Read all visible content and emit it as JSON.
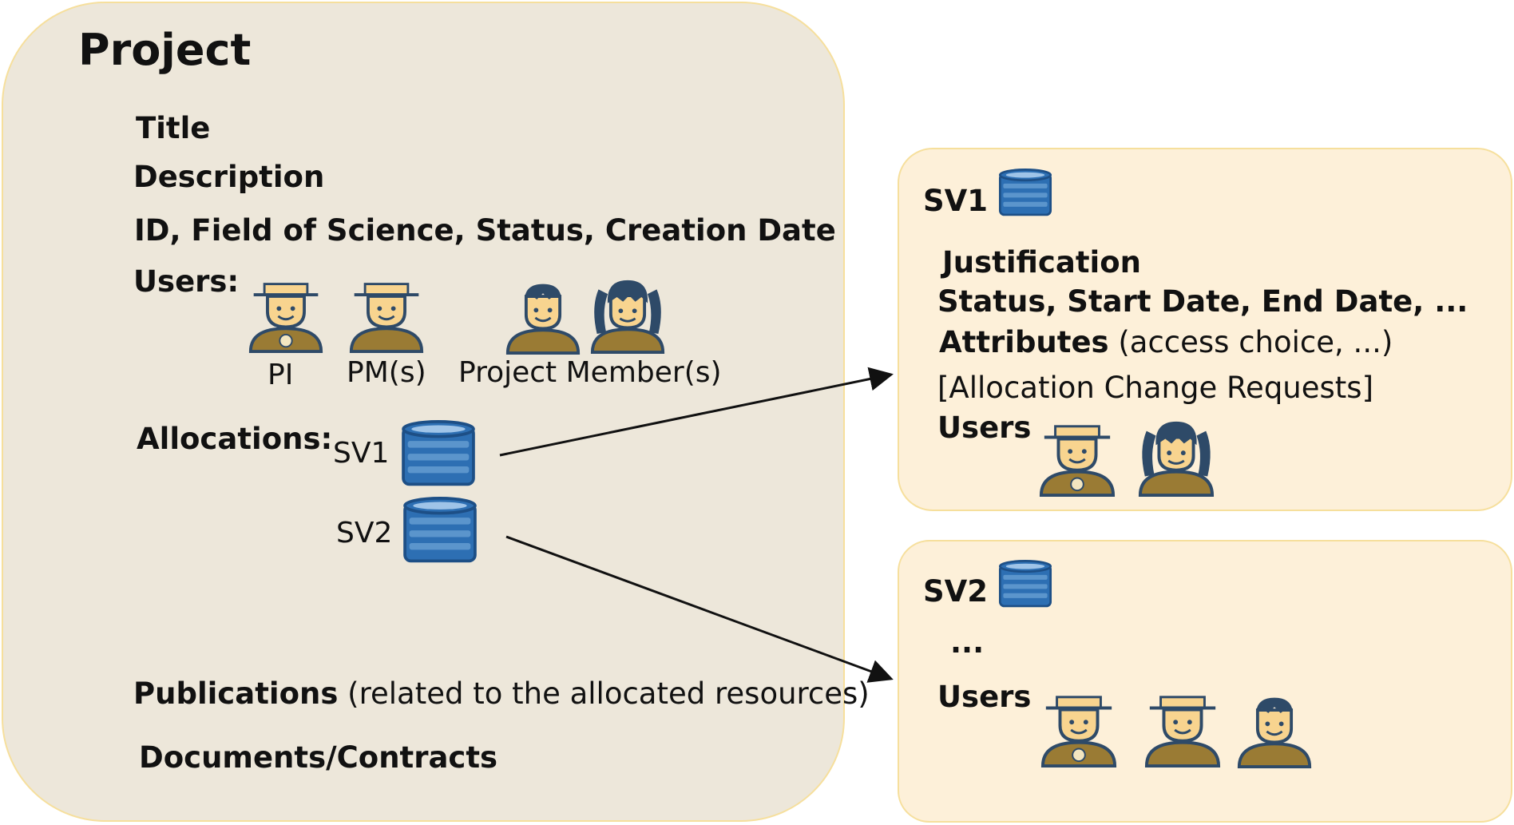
{
  "project": {
    "heading": "Project",
    "title_label": "Title",
    "description_label": "Description",
    "meta_label": "ID, Field of Science, Status, Creation Date",
    "users_label": "Users:",
    "roles": {
      "pi": "PI",
      "pm": "PM(s)",
      "member": "Project Member(s)"
    },
    "allocations_label": "Allocations:",
    "allocations": [
      "SV1",
      "SV2"
    ],
    "publications_label": "Publications",
    "publications_note": "(related to the allocated resources)",
    "documents_label": "Documents/Contracts"
  },
  "sv1": {
    "name": "SV1",
    "justification": "Justification",
    "status_line": "Status, Start Date, End Date, ...",
    "attributes_label": "Attributes",
    "attributes_note": "(access choice, ...)",
    "change_requests": "[Allocation Change Requests]",
    "users_label": "Users"
  },
  "sv2": {
    "name": "SV2",
    "ellipsis": "...",
    "users_label": "Users"
  },
  "colors": {
    "project_bg": "#ede7da",
    "allocation_bg": "#fdf0d9",
    "border": "#f6df9c",
    "database_blue": "#2d6fb3",
    "person_skin": "#f8d48f",
    "person_body": "#9a7b34",
    "outline": "#2e4a68"
  }
}
